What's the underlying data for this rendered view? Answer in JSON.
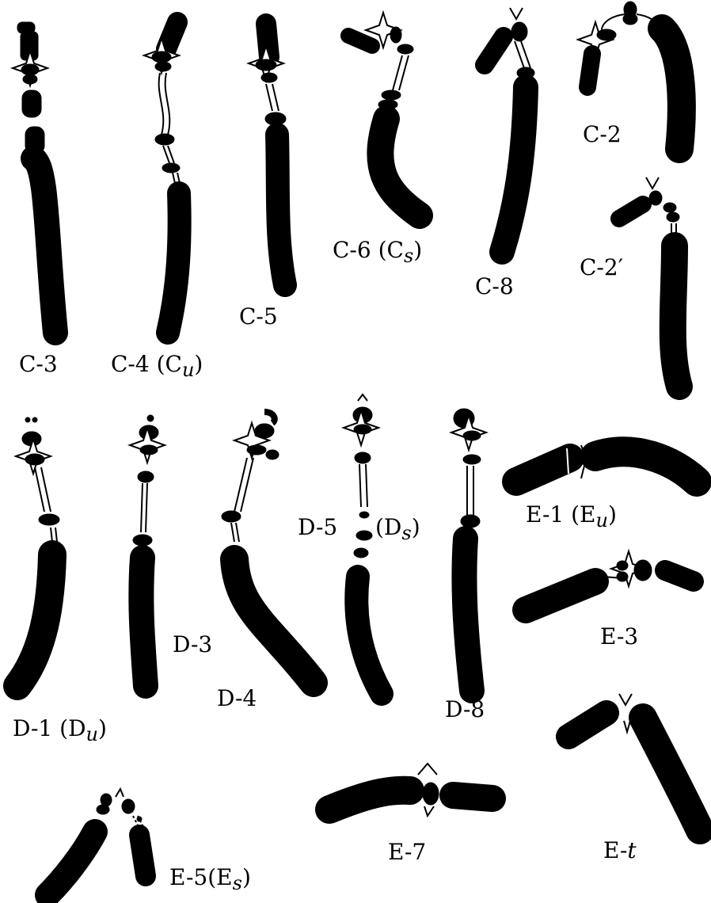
{
  "figure": {
    "ink_color": "#000000",
    "background_color": "#ffffff",
    "chromosomes": [
      {
        "id": "C-3",
        "label": "C-3"
      },
      {
        "id": "C-4",
        "label_main": "C-4 (C",
        "label_sub": "u",
        "label_end": ")"
      },
      {
        "id": "C-5",
        "label": "C-5"
      },
      {
        "id": "C-6",
        "label_main": "C-6 (C",
        "label_sub": "s",
        "label_end": ")"
      },
      {
        "id": "C-8",
        "label": "C-8"
      },
      {
        "id": "C-2",
        "label": "C-2"
      },
      {
        "id": "C-2p",
        "label": "C-2′"
      },
      {
        "id": "D-1",
        "label_main": "D-1 (D",
        "label_sub": "u",
        "label_end": ")"
      },
      {
        "id": "D-3",
        "label": "D-3"
      },
      {
        "id": "D-4",
        "label": "D-4"
      },
      {
        "id": "D-5",
        "label_main": "D-5",
        "label_paren": "(D",
        "label_sub": "s",
        "label_end": ")"
      },
      {
        "id": "D-8",
        "label": "D-8"
      },
      {
        "id": "E-1",
        "label_main": "E-1 (E",
        "label_sub": "u",
        "label_end": ")"
      },
      {
        "id": "E-3",
        "label": "E-3"
      },
      {
        "id": "E-t",
        "label_main": "E-",
        "label_italic": "t"
      },
      {
        "id": "E-5",
        "label_main": "E-5(E",
        "label_sub": "s",
        "label_end": ")"
      },
      {
        "id": "E-7",
        "label": "E-7"
      }
    ]
  }
}
